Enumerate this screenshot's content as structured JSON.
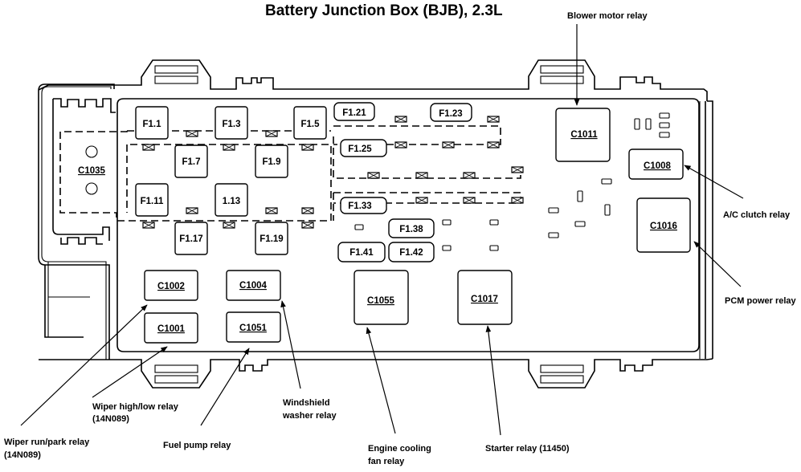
{
  "title": "Battery Junction Box (BJB), 2.3L",
  "mini_fuses": [
    {
      "id": "f1-1",
      "label": "F1.1"
    },
    {
      "id": "f1-3",
      "label": "F1.3"
    },
    {
      "id": "f1-5",
      "label": "F1.5"
    },
    {
      "id": "f1-7",
      "label": "F1.7"
    },
    {
      "id": "f1-9",
      "label": "F1.9"
    },
    {
      "id": "f1-11",
      "label": "F1.11"
    },
    {
      "id": "f1-13",
      "label": "1.13"
    },
    {
      "id": "f1-17",
      "label": "F1.17"
    },
    {
      "id": "f1-19",
      "label": "F1.19"
    }
  ],
  "maxi_fuses": [
    {
      "id": "f1-21",
      "label": "F1.21"
    },
    {
      "id": "f1-23",
      "label": "F1.23"
    },
    {
      "id": "f1-25",
      "label": "F1.25"
    },
    {
      "id": "f1-33",
      "label": "F1.33"
    },
    {
      "id": "f1-38",
      "label": "F1.38"
    },
    {
      "id": "f1-41",
      "label": "F1.41"
    },
    {
      "id": "f1-42",
      "label": "F1.42"
    }
  ],
  "connectors": [
    {
      "id": "c1035",
      "label": "C1035"
    },
    {
      "id": "c1011",
      "label": "C1011"
    },
    {
      "id": "c1008",
      "label": "C1008"
    },
    {
      "id": "c1016",
      "label": "C1016"
    },
    {
      "id": "c1002",
      "label": "C1002"
    },
    {
      "id": "c1004",
      "label": "C1004"
    },
    {
      "id": "c1001",
      "label": "C1001"
    },
    {
      "id": "c1051",
      "label": "C1051"
    },
    {
      "id": "c1055",
      "label": "C1055"
    },
    {
      "id": "c1017",
      "label": "C1017"
    }
  ],
  "callouts": {
    "blower_motor": "Blower motor relay",
    "ac_clutch": "A/C clutch relay",
    "pcm_power": "PCM power relay",
    "wiper_high_low_1": "Wiper high/low relay",
    "wiper_high_low_2": "(14N089)",
    "wiper_run_park_1": "Wiper run/park relay",
    "wiper_run_park_2": "(14N089)",
    "fuel_pump": "Fuel pump relay",
    "washer_1": "Windshield",
    "washer_2": "washer relay",
    "cooling_fan_1": "Engine cooling",
    "cooling_fan_2": "fan relay",
    "starter": "Starter relay (11450)"
  }
}
